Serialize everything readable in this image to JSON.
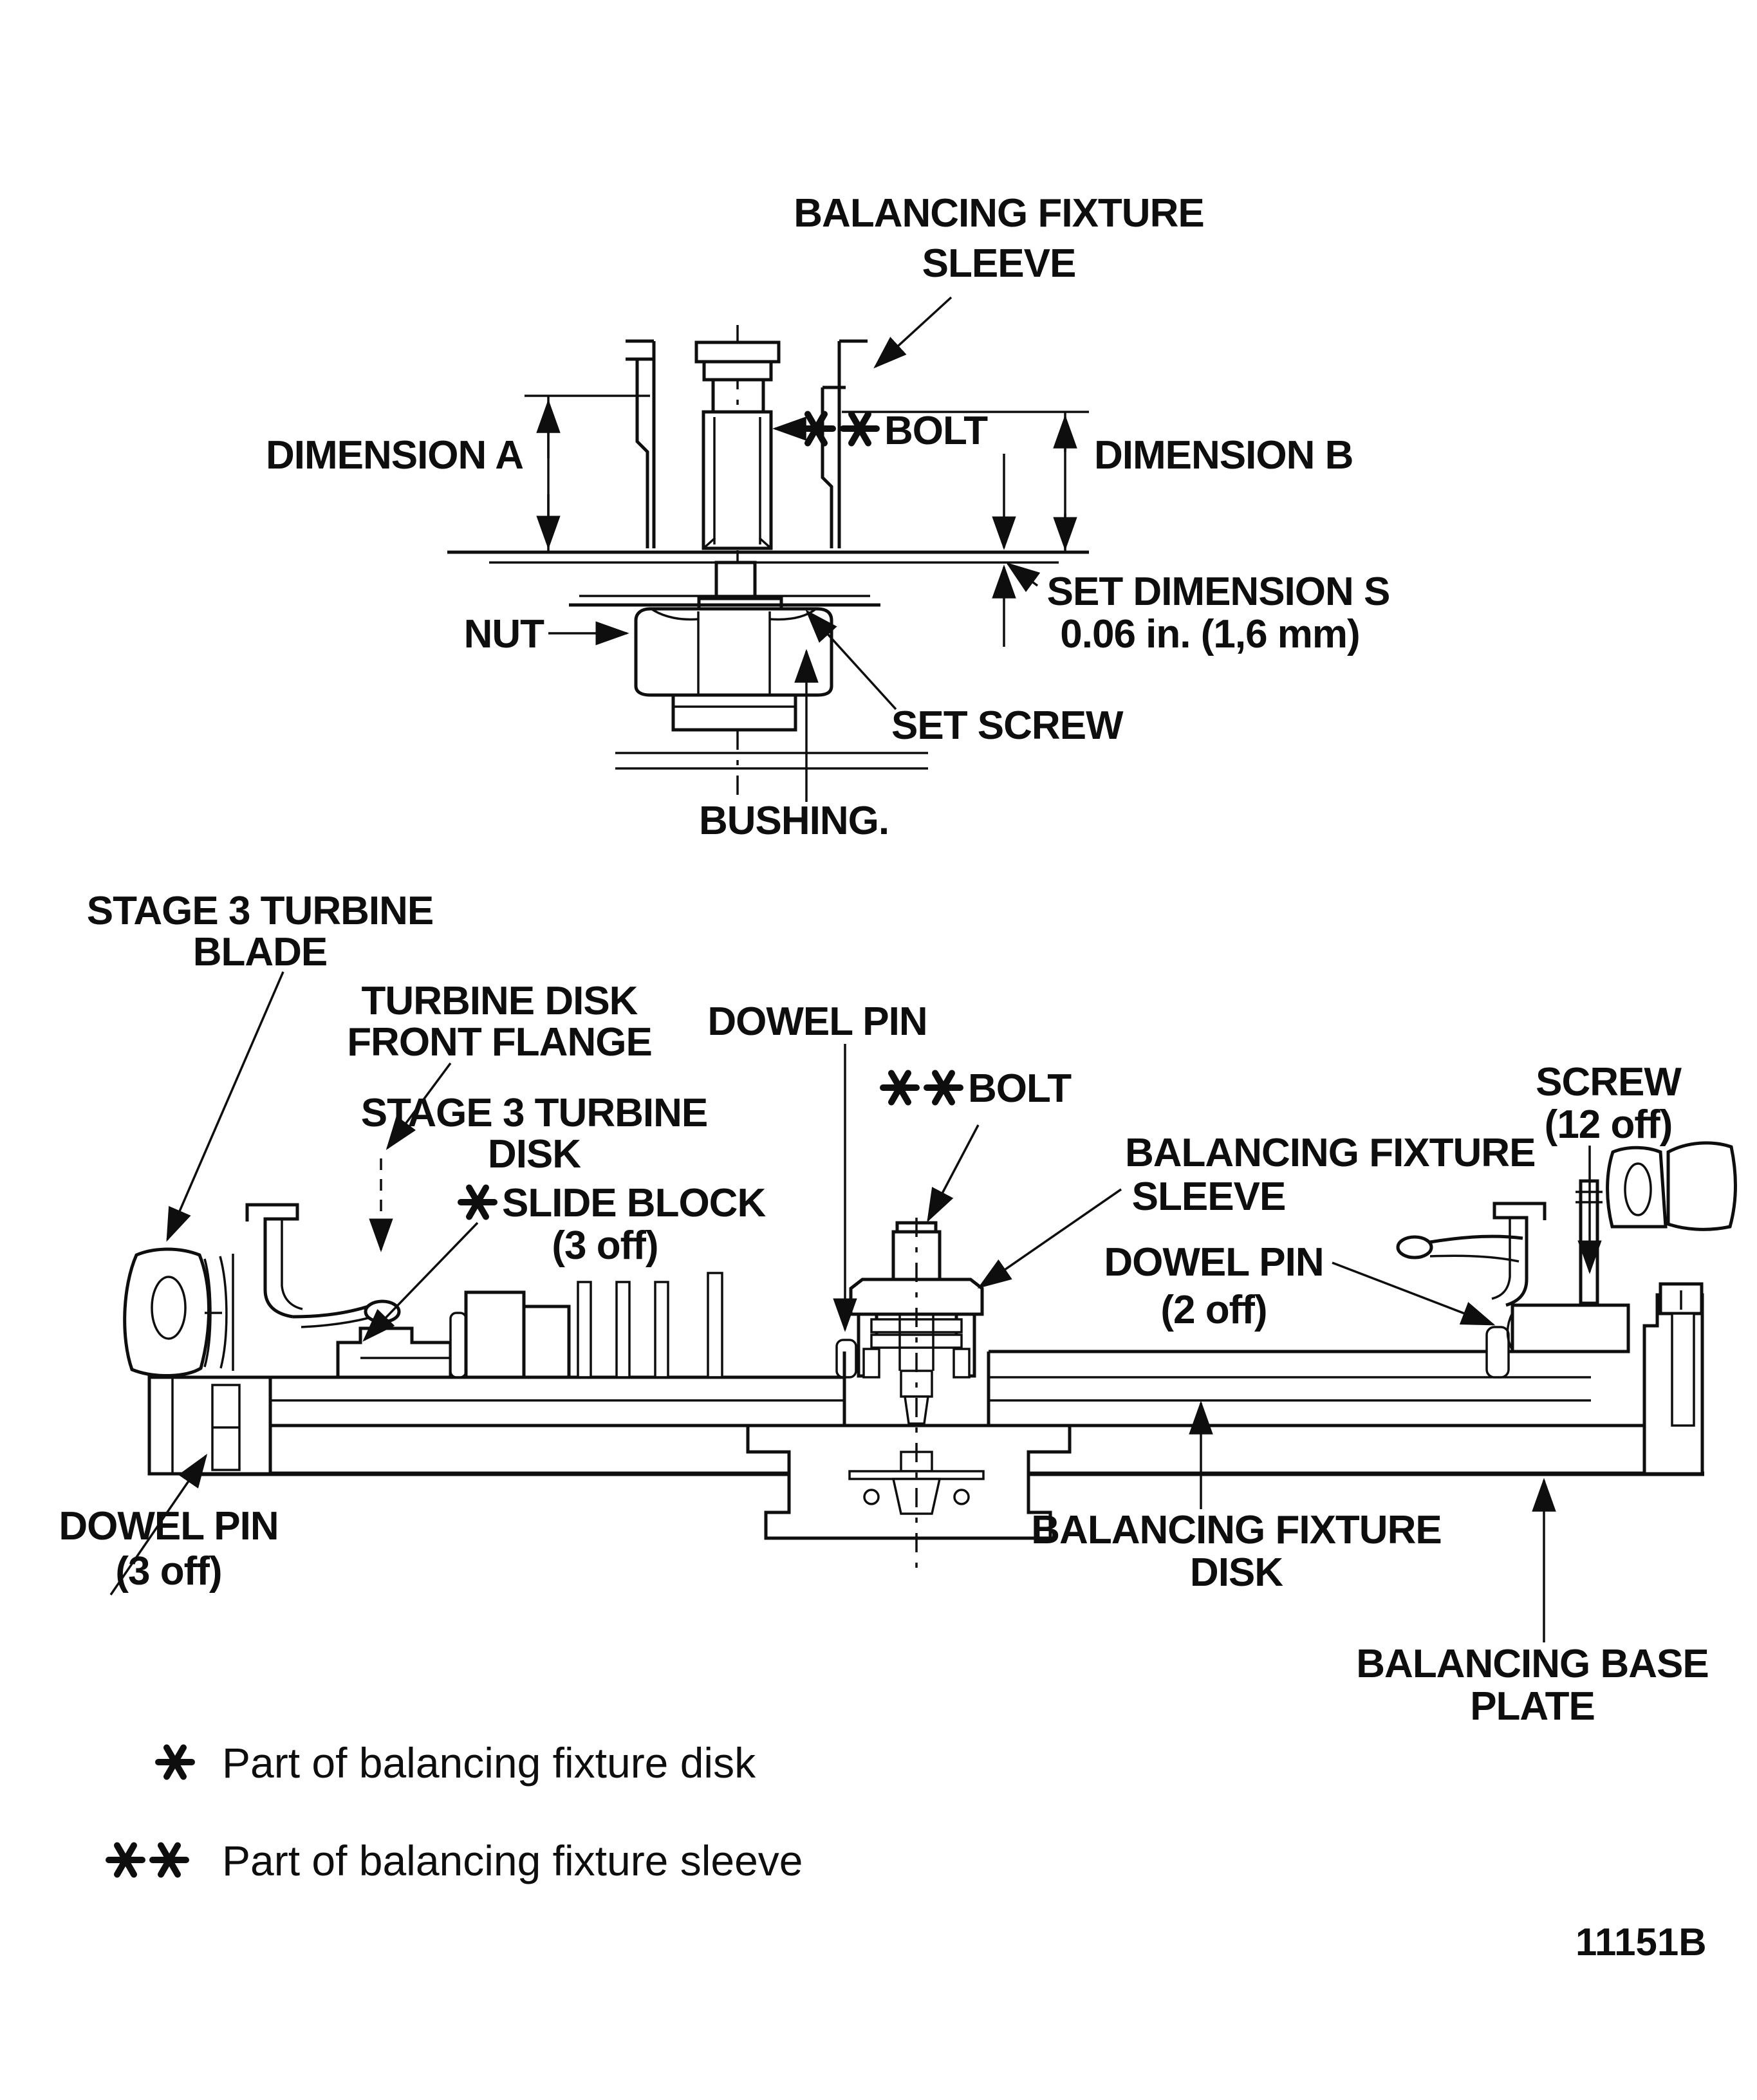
{
  "page": {
    "figure_number": "11151B",
    "ink": "#0e0e0e",
    "paper": "#ffffff"
  },
  "top_view": {
    "sleeve_label": {
      "line1": "BALANCING FIXTURE",
      "line2": "SLEEVE"
    },
    "bolt_label": {
      "prefix": "**",
      "text": "BOLT"
    },
    "dimension_a": "DIMENSION A",
    "dimension_b": "DIMENSION B",
    "set_dimension": {
      "line1": "SET DIMENSION S",
      "line2": "0.06 in. (1,6 mm)"
    },
    "nut": "NUT",
    "set_screw": "SET SCREW",
    "bushing": "BUSHING."
  },
  "bottom_view": {
    "stage3_blade": {
      "line1": "STAGE 3 TURBINE",
      "line2": "BLADE"
    },
    "front_flange": {
      "line1": "TURBINE DISK",
      "line2": "FRONT FLANGE"
    },
    "stage3_disk": {
      "line1": "STAGE 3 TURBINE",
      "line2": "DISK"
    },
    "slide_block": {
      "prefix": "*",
      "text": "SLIDE BLOCK",
      "count": "(3 off)"
    },
    "dowel_pin_top": "DOWEL PIN",
    "bolt_label": {
      "prefix": "**",
      "text": "BOLT"
    },
    "fixture_sleeve": {
      "line1": "BALANCING FIXTURE",
      "line2": "SLEEVE"
    },
    "dowel_pin_right": {
      "line1": "DOWEL PIN",
      "line2": "(2 off)"
    },
    "screw": {
      "line1": "SCREW",
      "line2": "(12 off)"
    },
    "dowel_pin_left": {
      "line1": "DOWEL PIN",
      "line2": "(3 off)"
    },
    "fixture_disk": {
      "line1": "BALANCING FIXTURE",
      "line2": "DISK"
    },
    "base_plate": {
      "line1": "BALANCING BASE",
      "line2": "PLATE"
    }
  },
  "legend": {
    "items": [
      {
        "marker": "*",
        "text": "Part of balancing fixture disk"
      },
      {
        "marker": "**",
        "text": "Part of balancing fixture sleeve"
      }
    ]
  }
}
